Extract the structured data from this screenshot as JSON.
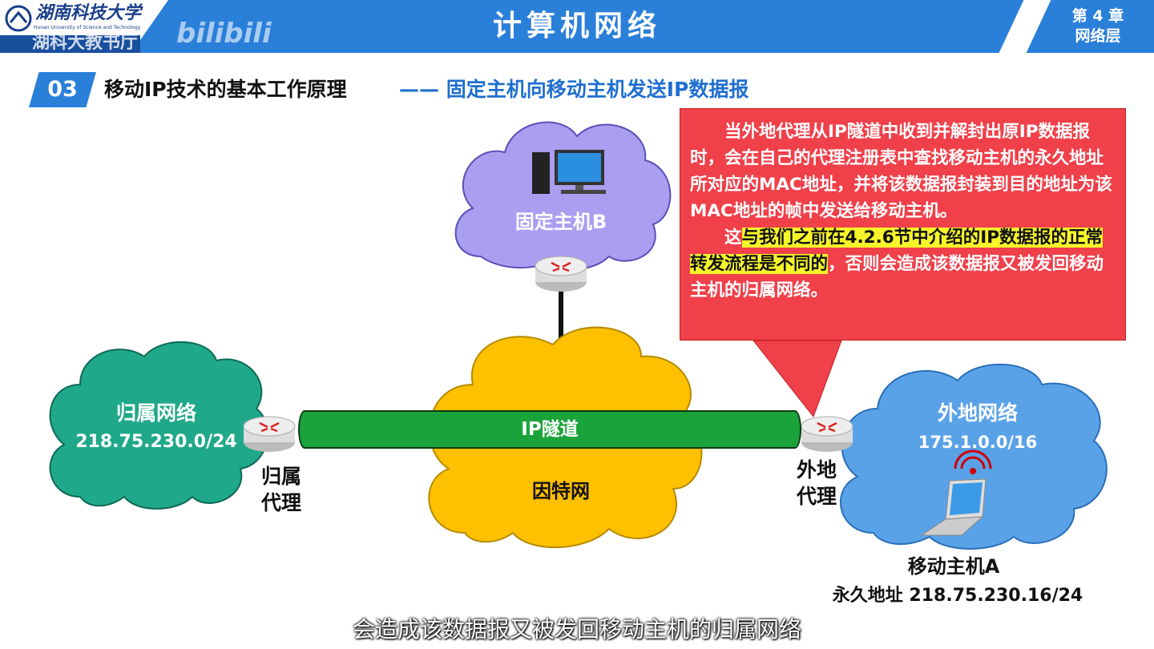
{
  "header": {
    "logo_cn": "湖南科技大学",
    "logo_en": "Hunan University of Science and Technology",
    "watermark": "湖科大教书厅",
    "watermark2": "bilibili",
    "title": "计算机网络",
    "chapter": "第 4 章",
    "chapter_name": "网络层"
  },
  "section": {
    "number": "03",
    "title": "移动IP技术的基本工作原理",
    "subtitle": "—— 固定主机向移动主机发送IP数据报"
  },
  "callout": {
    "p1": "当外地代理从IP隧道中收到并解封出原IP数据报时，会在自己的代理注册表中查找移动主机的永久地址所对应的MAC地址，并将该数据报封装到目的地址为该MAC地址的帧中发送给移动主机。",
    "p2_a": "这",
    "p2_hl": "与我们之前在4.2.6节中介绍的IP数据报的正常转发流程是不同的",
    "p2_b": "，否则会造成该数据报又被发回移动主机的归属网络。"
  },
  "diagram": {
    "fixed_host": "固定主机B",
    "home_net": "归属网络",
    "home_net_addr": "218.75.230.0/24",
    "home_agent": "归属\n代理",
    "home_agent_l1": "归属",
    "home_agent_l2": "代理",
    "internet": "因特网",
    "tunnel": "IP隧道",
    "foreign_net": "外地网络",
    "foreign_net_addr": "175.1.0.0/16",
    "foreign_agent_l1": "外地",
    "foreign_agent_l2": "代理",
    "mobile_host": "移动主机A",
    "mobile_addr": "永久地址 218.75.230.16/24"
  },
  "subtitle": "会造成该数据报又被发回移动主机的归属网络"
}
